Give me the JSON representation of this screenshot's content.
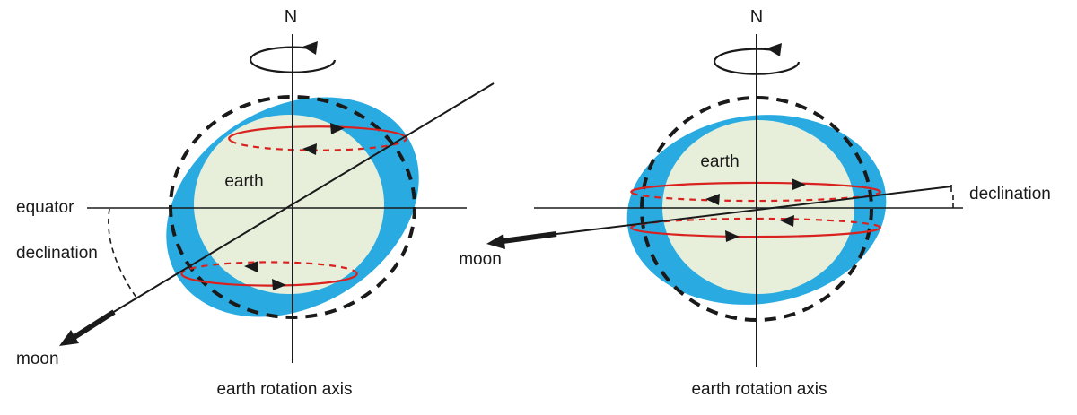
{
  "colors": {
    "tidal_bulge_blue": "#29abe2",
    "earth_green": "#e7efdb",
    "latitude_circle_red": "#d9221f",
    "line_black": "#1a1a1a"
  },
  "left_panel": {
    "north": "N",
    "earth": "earth",
    "equator": "equator",
    "declination": "declination",
    "moon": "moon",
    "rotation_axis": "earth rotation axis"
  },
  "right_panel": {
    "north": "N",
    "earth": "earth",
    "declination": "declination",
    "moon": "moon",
    "rotation_axis": "earth rotation axis"
  }
}
